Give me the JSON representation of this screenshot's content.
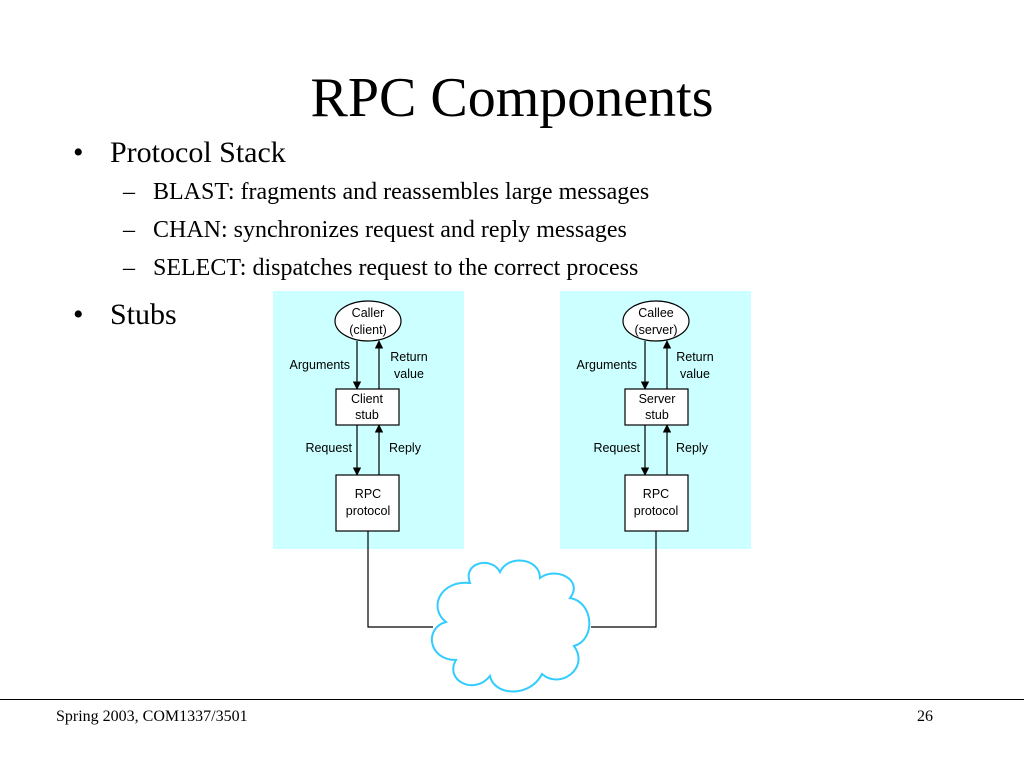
{
  "slide": {
    "title": "RPC Components",
    "bullets": [
      {
        "text": "Protocol Stack",
        "marker": "•",
        "sub": [
          {
            "marker": "–",
            "text": "BLAST: fragments and reassembles large messages"
          },
          {
            "marker": "–",
            "text": "CHAN: synchronizes request and reply messages"
          },
          {
            "marker": "–",
            "text": "SELECT: dispatches request to the correct process"
          }
        ]
      },
      {
        "text": "Stubs",
        "marker": "•",
        "sub": []
      }
    ]
  },
  "diagram": {
    "client": {
      "endpoint": [
        "Caller",
        "(client)"
      ],
      "stub": [
        "Client",
        "stub"
      ],
      "protocol": [
        "RPC",
        "protocol"
      ],
      "down_label_top": "Arguments",
      "up_label_top": [
        "Return",
        "value"
      ],
      "down_label_bottom": "Request",
      "up_label_bottom": "Reply"
    },
    "server": {
      "endpoint": [
        "Callee",
        "(server)"
      ],
      "stub": [
        "Server",
        "stub"
      ],
      "protocol": [
        "RPC",
        "protocol"
      ],
      "down_label_top": "Arguments",
      "up_label_top": [
        "Return",
        "value"
      ],
      "down_label_bottom": "Request",
      "up_label_bottom": "Reply"
    },
    "colors": {
      "panel": "#ccffff",
      "cloud_stroke": "#33ccff",
      "box_fill": "#ffffff",
      "line": "#000000"
    }
  },
  "footer": {
    "left": "Spring 2003, COM1337/3501",
    "right": "26"
  }
}
